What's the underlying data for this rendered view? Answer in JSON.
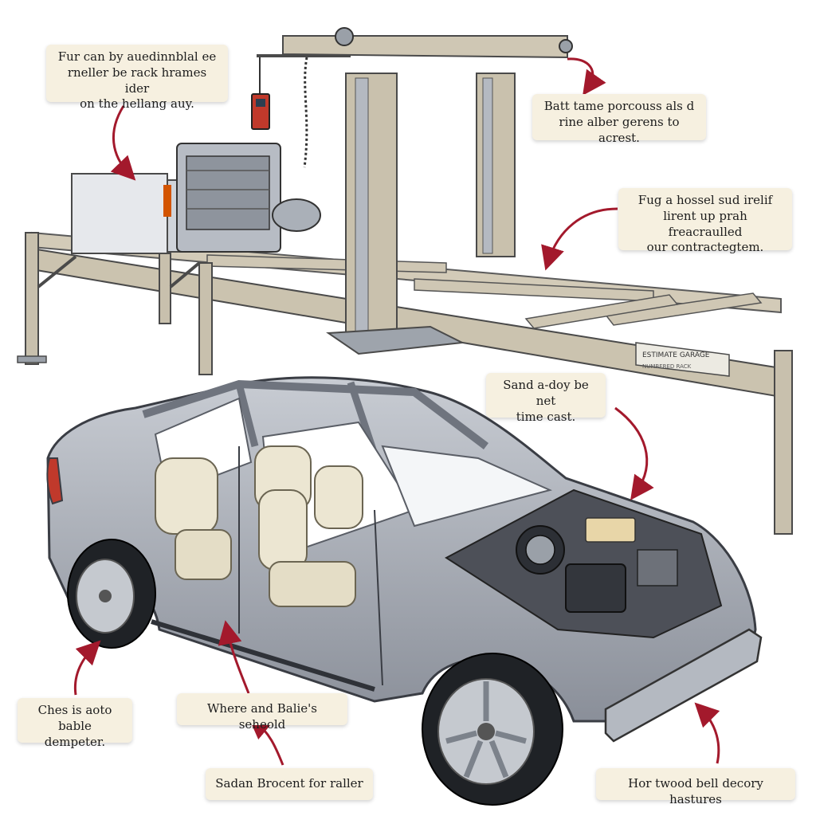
{
  "callouts": [
    {
      "id": "c1",
      "text": "Fur can by auedinnblal ee\nrneller be rack hrames ider\non the hellang auy."
    },
    {
      "id": "c2",
      "text": "Batt tame porcouss als d\nrine alber gerens to acrest."
    },
    {
      "id": "c3",
      "text": "Fug a hossel sud irelif\nlirent up prah freacraulled\nour contractegtem."
    },
    {
      "id": "c4",
      "text": "Sand a-doy be net\ntime cast."
    },
    {
      "id": "c5",
      "text": "Ches is aoto bable\ndempeter."
    },
    {
      "id": "c6",
      "text": "Where and Balie's seheold"
    },
    {
      "id": "c7",
      "text": "Sadan Brocent for raller"
    },
    {
      "id": "c8",
      "text": "Hor twood bell decory hastures"
    }
  ],
  "plate": {
    "line1": "ESTIMATE GARAGE",
    "line2": "NUMBERED RACK"
  },
  "colors": {
    "callout_bg": "#f6f0e0",
    "arrow": "#a3192c",
    "frame": "#cfc7b4",
    "body": "#a9adb6",
    "seat": "#ece6d2"
  }
}
